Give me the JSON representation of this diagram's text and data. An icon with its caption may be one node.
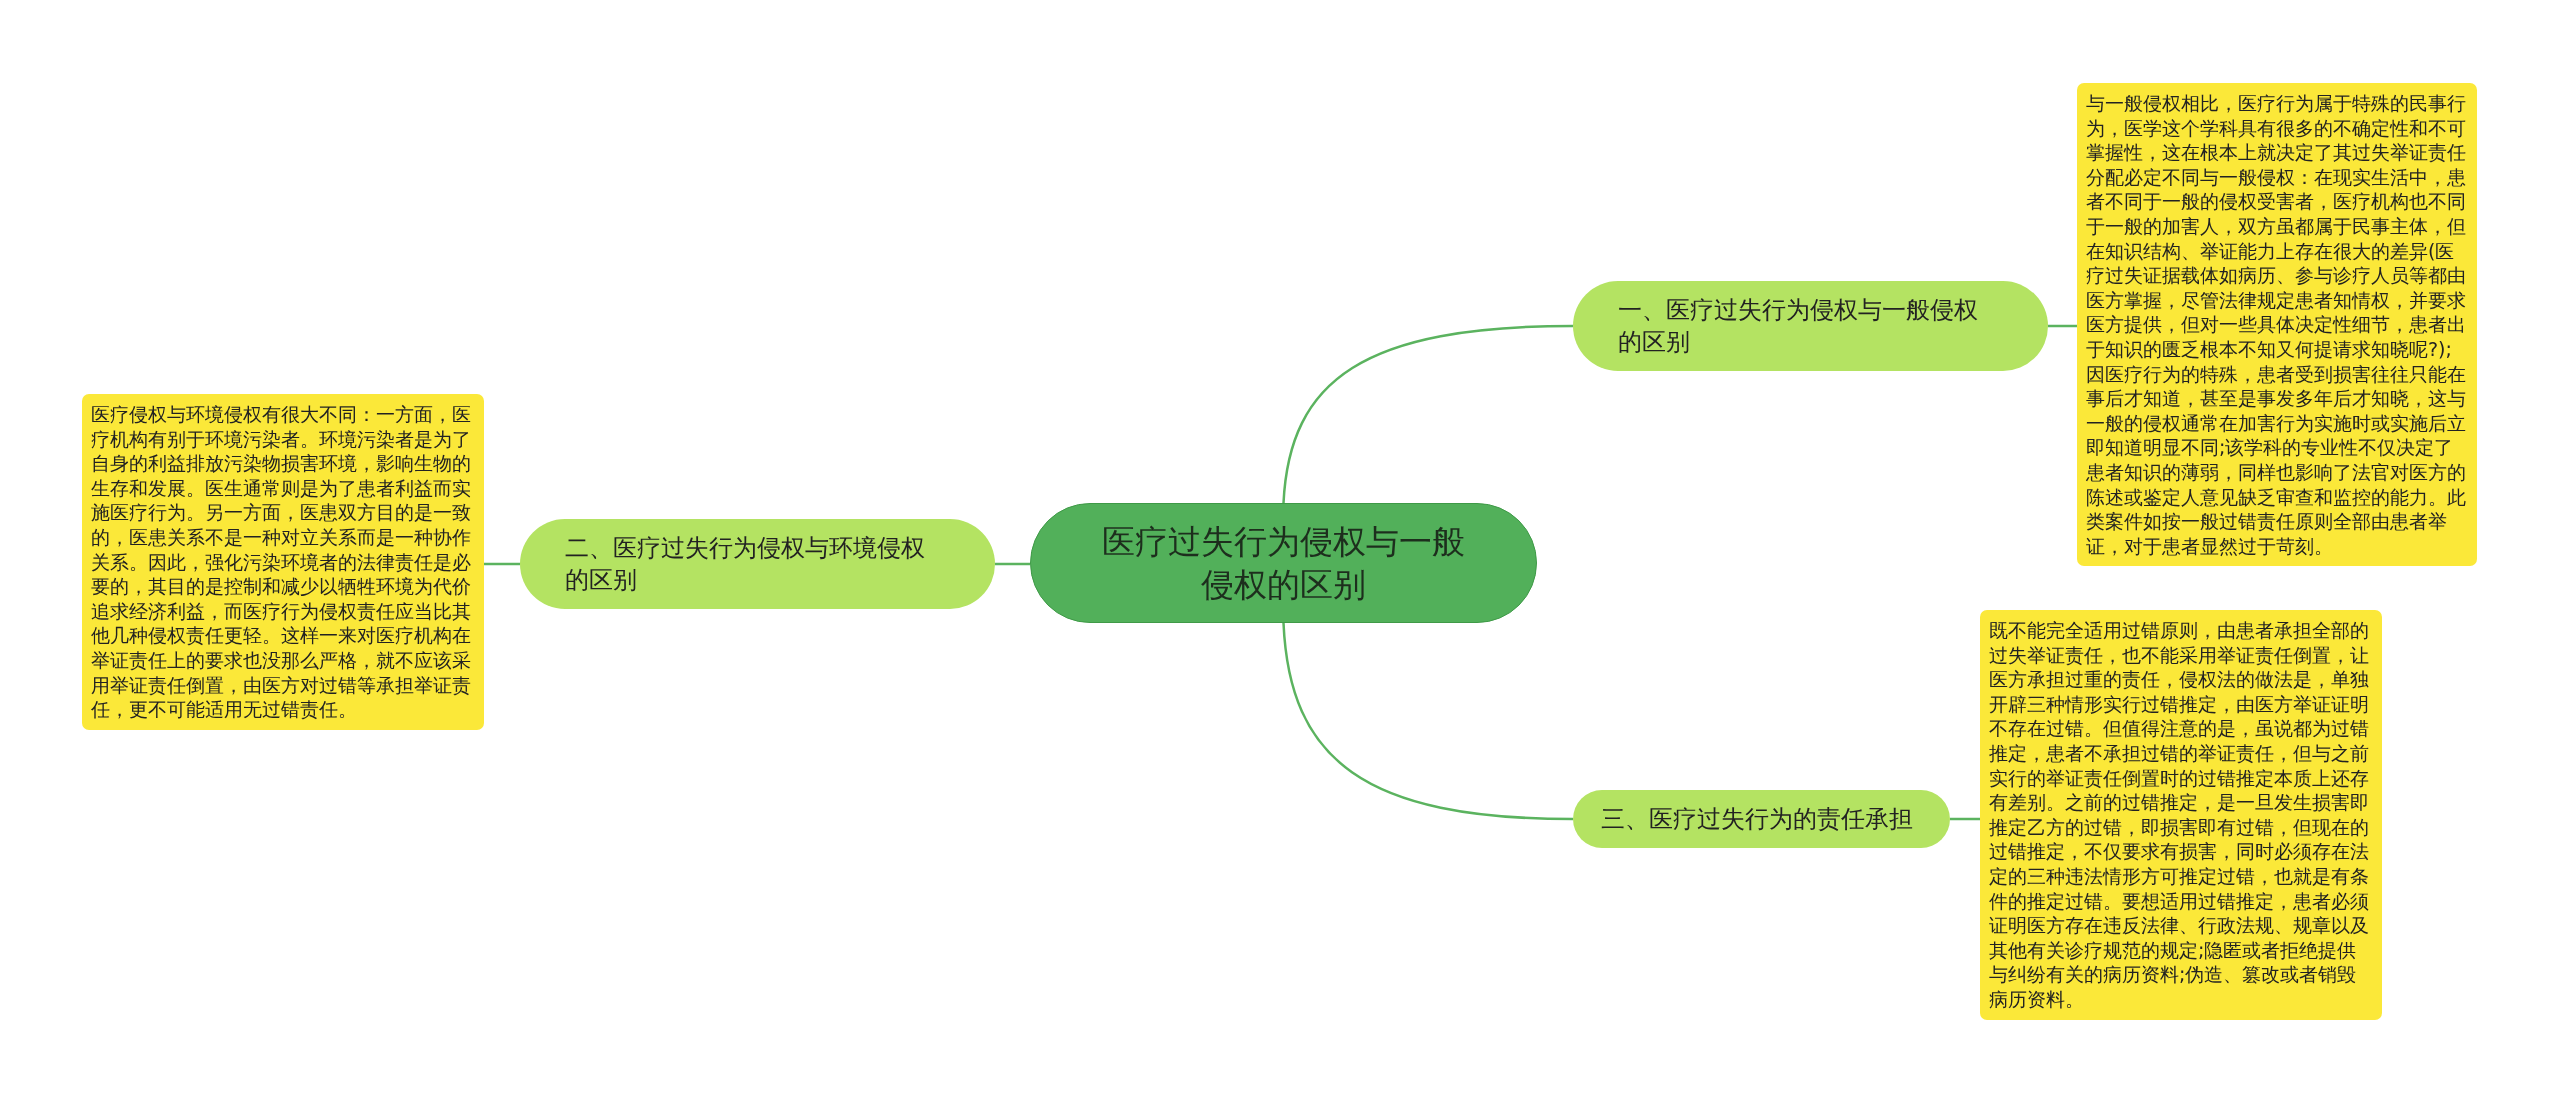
{
  "diagram": {
    "nodes": [
      {
        "text": [
          "医疗过失行为侵权与一般侵权的区别"
        ]
      },
      {
        "text": [
          "一、医疗过失行为侵权与一般侵权的区别"
        ]
      },
      {
        "text": [
          "与一般侵权相比，医疗行为属于特殊的民事行为，医学这个学科具有很多的不确定性和不可掌握性，这在根本上就决定了其过失举证责任分配必定不同与一般侵权：在现实生活中，患者不同于一般的侵权受害者，医疗机构也不同于一般的加害人，双方虽都属于民事主体，但在知识结构、举证能力上存在很大的差异(医疗过失证据载体如病历、参与诊疗人员等都由医方掌握，尽管法律规定患者知情权，并要求医方提供，但对一些具体决定性细节，患者出于知识的匮乏根本不知又何提请求知晓呢?);因医疗行为的特殊，患者受到损害往往只能在事后才知道，甚至是事发多年后才知晓，这与一般的侵权通常在加害行为实施时或实施后立即知道明显不同;该学科的专业性不仅决定了患者知识的薄弱，同样也影响了法官对医方的陈述或鉴定人意见缺乏审查和监控的能力。此类案件如按一般过错责任原则全部由患者举证，对于患者显然过于苛刻。"
        ]
      },
      {
        "text": [
          "二、医疗过失行为侵权与环境侵权的区别"
        ]
      },
      {
        "text": [
          "医疗侵权与环境侵权有很大不同：一方面，医疗机构有别于环境污染者。环境污染者是为了自身的利益排放污染物损害环境，影响生物的生存和发展。医生通常则是为了患者利益而实施医疗行为。另一方面，医患双方目的是一致的，医患关系不是一种对立关系而是一种协作关系。因此，强化污染环境者的法律责任是必要的，其目的是控制和减少以牺牲环境为代价追求经济利益，而医疗行为侵权责任应当比其他几种侵权责任更轻。这样一来对医疗机构在举证责任上的要求也没那么严格，就不应该采用举证责任倒置，由医方对过错等承担举证责任，更不可能适用无过错责任。"
        ]
      },
      {
        "text": [
          "三、医疗过失行为的责任承担"
        ]
      },
      {
        "text": [
          "既不能完全适用过错原则，由患者承担全部的过失举证责任，也不能采用举证责任倒置，让医方承担过重的责任，侵权法的做法是，单独开辟三种情形实行过错推定，由医方举证证明不存在过错。但值得注意的是，虽说都为过错推定，患者不承担过错的举证责任，但与之前实行的举证责任倒置时的过错推定本质上还存有差别。之前的过错推定，是一旦发生损害即推定乙方的过错，即损害即有过错，但现在的过错推定，不仅要求有损害，同时必须存在法定的三种违法情形方可推定过错，也就是有条件的推定过错。要想适用过错推定，患者必须证明医方存在违反法律、行政法规、规章以及其他有关诊疗规范的规定;隐匿或者拒绝提供与纠纷有关的病历资料;伪造、篡改或者销毁病历资料。"
        ]
      }
    ],
    "edges": [
      {
        "from": 0,
        "to": 1,
        "arrow": "none"
      },
      {
        "from": 1,
        "to": 2,
        "arrow": "none"
      },
      {
        "from": 0,
        "to": 3,
        "arrow": "none"
      },
      {
        "from": 3,
        "to": 4,
        "arrow": "none"
      },
      {
        "from": 0,
        "to": 5,
        "arrow": "none"
      },
      {
        "from": 5,
        "to": 6,
        "arrow": "none"
      }
    ]
  }
}
